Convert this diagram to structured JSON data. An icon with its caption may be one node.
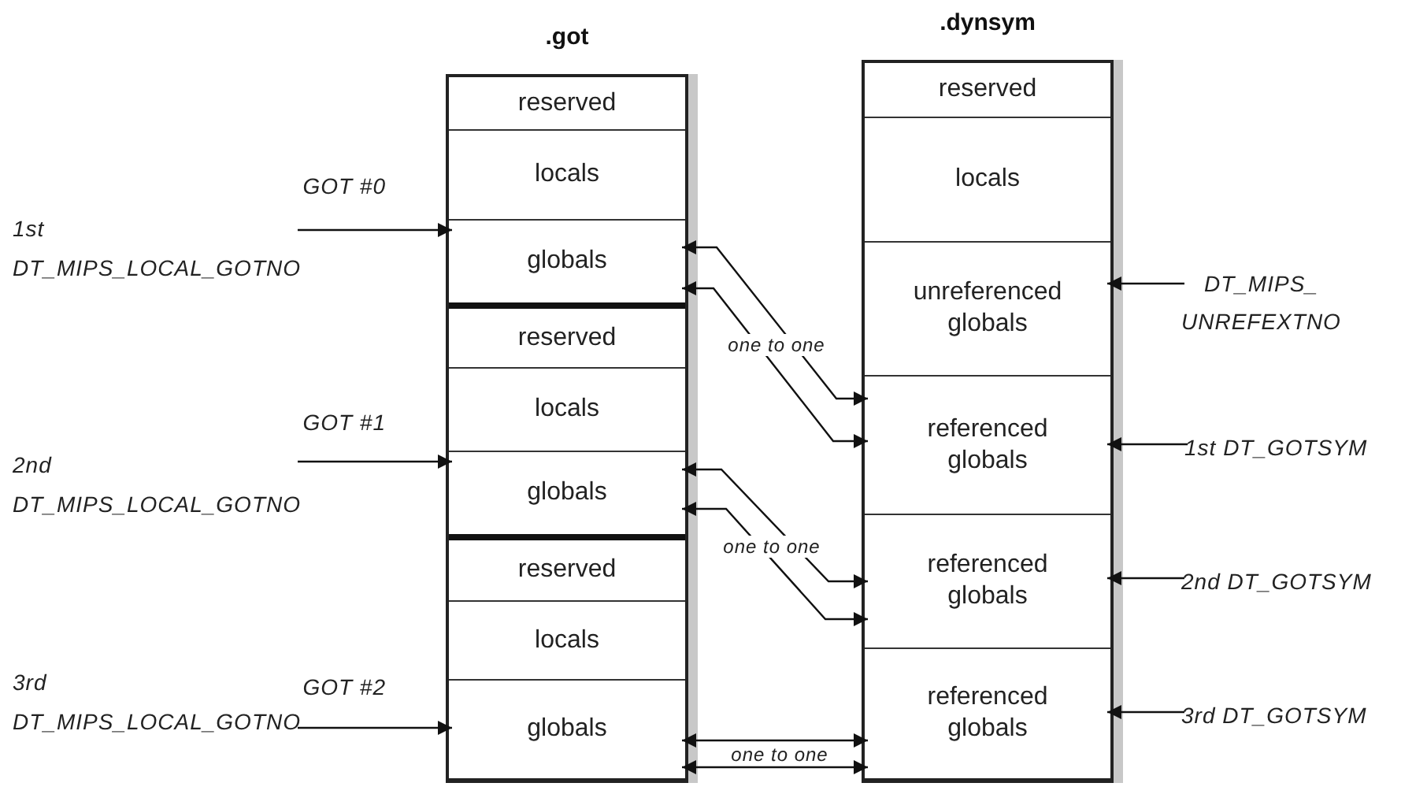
{
  "diagram": {
    "nodes": [
      {
        "text": [
          ".got"
        ]
      },
      {
        "text": [
          "reserved"
        ],
        "in": 0
      },
      {
        "text": [
          "locals"
        ],
        "in": 0
      },
      {
        "text": [
          "globals"
        ],
        "in": 0
      },
      {
        "text": [
          "reserved"
        ],
        "in": 0
      },
      {
        "text": [
          "locals"
        ],
        "in": 0
      },
      {
        "text": [
          "globals"
        ],
        "in": 0
      },
      {
        "text": [
          "reserved"
        ],
        "in": 0
      },
      {
        "text": [
          "locals"
        ],
        "in": 0
      },
      {
        "text": [
          "globals"
        ],
        "in": 0
      },
      {
        "text": [
          ".dynsym"
        ]
      },
      {
        "text": [
          "reserved"
        ],
        "in": 10
      },
      {
        "text": [
          "locals"
        ],
        "in": 10
      },
      {
        "text": [
          "unreferenced globals"
        ],
        "in": 10
      },
      {
        "text": [
          "referenced globals"
        ],
        "in": 10
      },
      {
        "text": [
          "referenced globals"
        ],
        "in": 10
      },
      {
        "text": [
          "referenced globals"
        ],
        "in": 10
      },
      {
        "text": [
          "1st DT_MIPS_LOCAL_GOTNO"
        ]
      },
      {
        "text": [
          "2nd DT_MIPS_LOCAL_GOTNO"
        ]
      },
      {
        "text": [
          "3rd DT_MIPS_LOCAL_GOTNO"
        ]
      },
      {
        "text": [
          "DT_MIPS_ UNREFEXTNO"
        ]
      },
      {
        "text": [
          "1st DT_GOTSYM"
        ]
      },
      {
        "text": [
          "2nd DT_GOTSYM"
        ]
      },
      {
        "text": [
          "3rd DT_GOTSYM"
        ]
      }
    ],
    "edges": [
      {
        "from": 17,
        "to": 3,
        "arrow": "to",
        "label": "GOT #0"
      },
      {
        "from": 18,
        "to": 6,
        "arrow": "to",
        "label": "GOT #1"
      },
      {
        "from": 19,
        "to": 9,
        "arrow": "to",
        "label": "GOT #2"
      },
      {
        "from": 3,
        "to": 14,
        "arrow": "both",
        "label": "one to one"
      },
      {
        "from": 3,
        "to": 14,
        "arrow": "both"
      },
      {
        "from": 6,
        "to": 15,
        "arrow": "both",
        "label": "one to one"
      },
      {
        "from": 6,
        "to": 15,
        "arrow": "both"
      },
      {
        "from": 9,
        "to": 16,
        "arrow": "both",
        "label": "one to one"
      },
      {
        "from": 9,
        "to": 16,
        "arrow": "both"
      },
      {
        "from": 20,
        "to": 13,
        "arrow": "to"
      },
      {
        "from": 21,
        "to": 14,
        "arrow": "to"
      },
      {
        "from": 22,
        "to": 15,
        "arrow": "to"
      },
      {
        "from": 23,
        "to": 16,
        "arrow": "to"
      }
    ]
  }
}
